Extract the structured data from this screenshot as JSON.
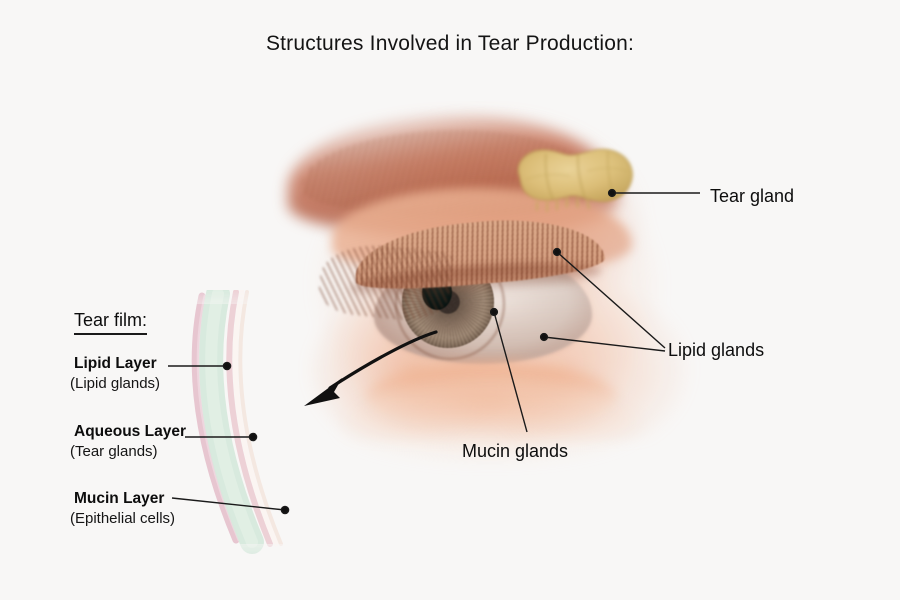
{
  "title": "Structures Involved in Tear Production:",
  "background_color": "#f8f7f6",
  "tear_film": {
    "heading": "Tear film:",
    "layers": [
      {
        "name": "Lipid Layer",
        "source": "(Lipid glands)",
        "band_color": "#e6c3cd"
      },
      {
        "name": "Aqueous Layer",
        "source": "(Tear glands)",
        "band_color": "#d7e9dd"
      },
      {
        "name": "Mucin Layer",
        "source": "(Epithelial cells)",
        "band_color": "#eccfd4"
      }
    ]
  },
  "anatomy_labels": {
    "tear_gland": "Tear gland",
    "lipid_glands": "Lipid glands",
    "mucin_glands": "Mucin glands"
  },
  "colors": {
    "lacrimal_gland": "#ddc179",
    "lacrimal_gland_shadow": "#c3a358",
    "skin": "#eda882",
    "brow": "#b0563a",
    "iris": "#8b7463",
    "pupil": "#0a1513",
    "leader_line": "#1a1a1a",
    "text": "#0d0d0d"
  }
}
